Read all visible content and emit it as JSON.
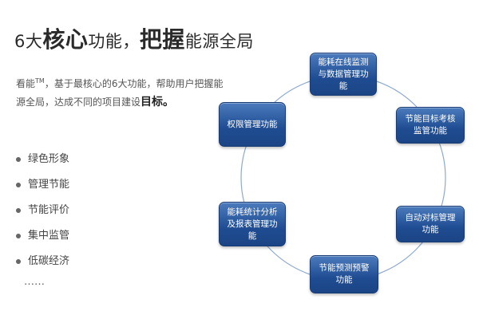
{
  "title": {
    "part1": "6大",
    "part2": "核心",
    "part3": "功能，",
    "part4": "把握",
    "part5": "能源全局"
  },
  "description": {
    "brand": "看能",
    "tm": "TM",
    "text": "，基于最核心的6大功能，帮助用户把握能源全局，达成不同的项目建设",
    "emphasis": "目标。"
  },
  "features": [
    "绿色形象",
    "管理节能",
    "节能评价",
    "集中监管",
    "低碳经济"
  ],
  "more": "……",
  "nodes": {
    "top": [
      "能耗在线监测",
      "与数据管理功",
      "能"
    ],
    "top_right": [
      "节能目标考核",
      "监管功能"
    ],
    "bottom_right": [
      "自动对标管理",
      "功能"
    ],
    "bottom": [
      "节能预测预警",
      "功能"
    ],
    "bottom_left": [
      "能耗统计分析",
      "及报表管理功",
      "能"
    ],
    "top_left": [
      "权限管理功能"
    ]
  },
  "colors": {
    "node_fill": "#1f4c92",
    "ring": "#8fa9cc"
  }
}
